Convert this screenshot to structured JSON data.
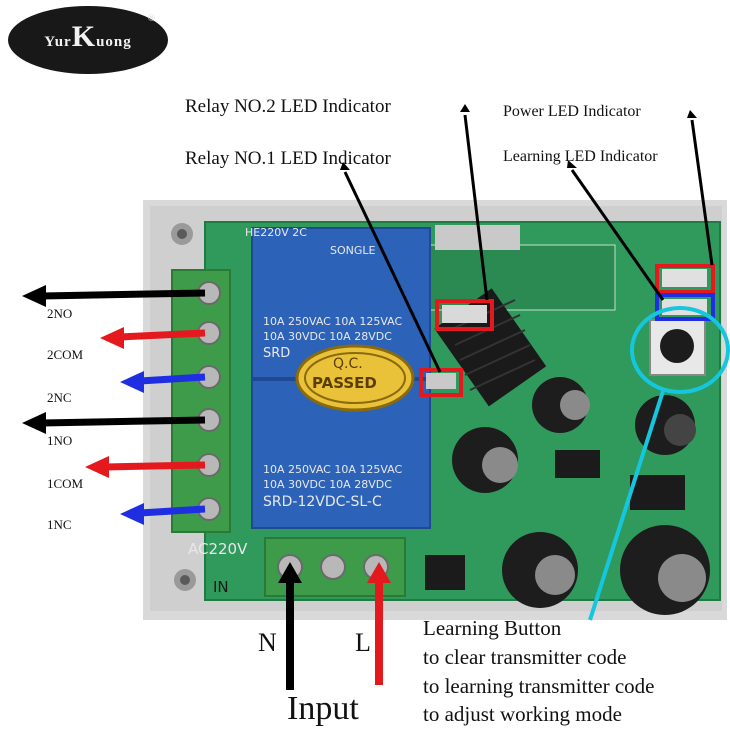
{
  "logo": {
    "brand_prefix": "Y",
    "brand_mid": "ur",
    "brand_k": "K",
    "brand_suffix": "uong",
    "registered": "®"
  },
  "callouts": {
    "relay2_led": "Relay NO.2 LED Indicator",
    "relay1_led": "Relay NO.1 LED Indicator",
    "power_led": "Power LED Indicator",
    "learning_led": "Learning LED Indicator"
  },
  "terminals": [
    "2NO",
    "2COM",
    "2NC",
    "1NO",
    "1COM",
    "1NC"
  ],
  "relays": {
    "top_brand": "SONGLE",
    "spec_line1": "10A 250VAC  10A 125VAC",
    "spec_line2": "10A  30VDC  10A  28VDC",
    "model": "SRD-12VDC-SL-C",
    "model_partial": "SRD"
  },
  "qc_sticker": {
    "line1": "Q.C.",
    "line2": "PASSED"
  },
  "board": {
    "ac_label": "AC220V",
    "in_label": "IN",
    "partial_top": "HE220V  2C"
  },
  "input": {
    "n_label": "N",
    "l_label": "L",
    "title": "Input"
  },
  "learning_button": {
    "title": "Learning Button",
    "line1": "to clear transmitter code",
    "line2": "to learning transmitter code",
    "line3": "to adjust working mode"
  },
  "colors": {
    "board": "#2f9a5c",
    "relay": "#2c63b8",
    "terminal": "#3d9b4a",
    "highlight_red": "#e3191e",
    "highlight_blue": "#1f2ee0",
    "button_circle": "#15c6de"
  }
}
